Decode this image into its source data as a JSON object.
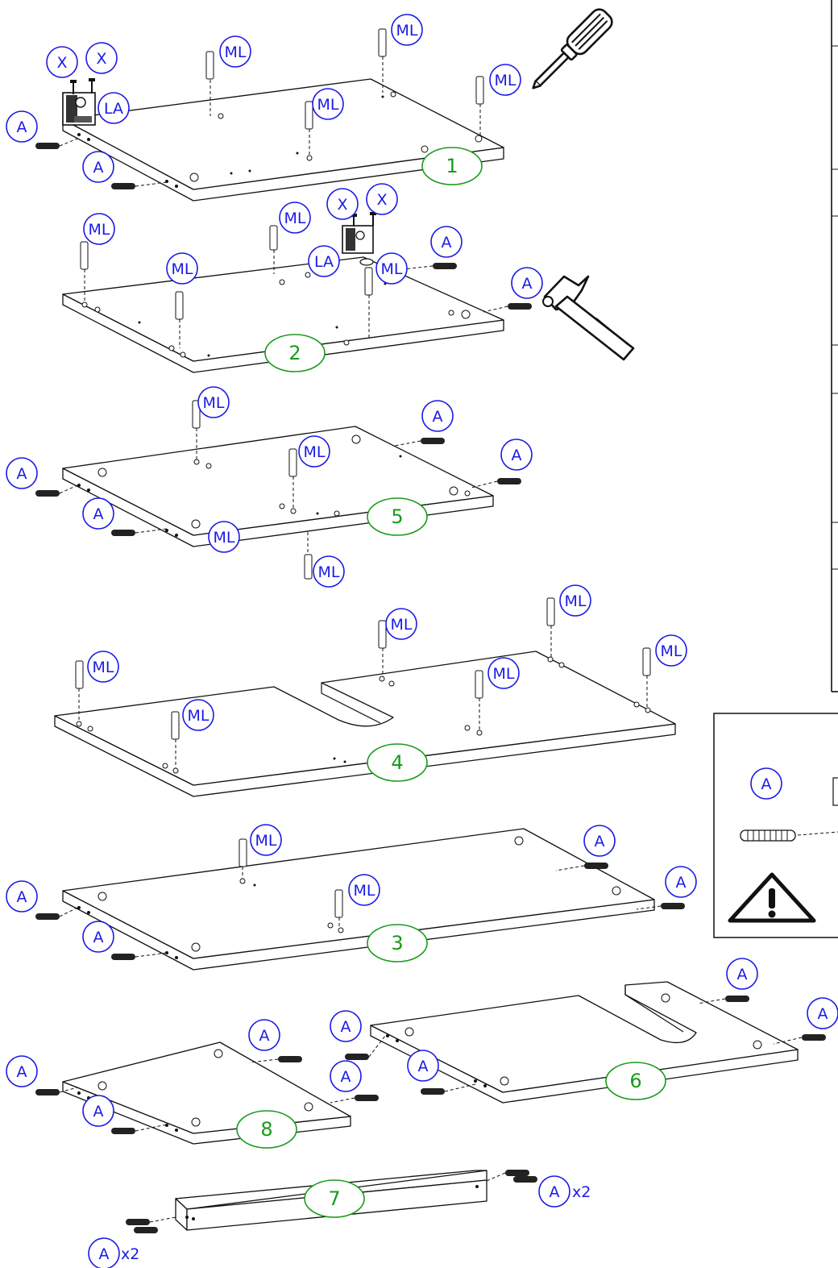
{
  "callouts": {
    "dowel": "A",
    "pin": "ML",
    "screw": "X",
    "lock": "LA"
  },
  "parts": {
    "p1": "1",
    "p2": "2",
    "p3": "3",
    "p4": "4",
    "p5": "5",
    "p6": "6",
    "p7": "7",
    "p8": "8"
  },
  "quantities": {
    "dowel_right": "x2",
    "dowel_left": "x2"
  },
  "icons": {
    "tool1": "screwdriver-icon",
    "tool2": "hammer-icon",
    "warning": "warning-icon"
  },
  "colors": {
    "callout": "#1a1ae6",
    "part": "#1a9a1a"
  }
}
